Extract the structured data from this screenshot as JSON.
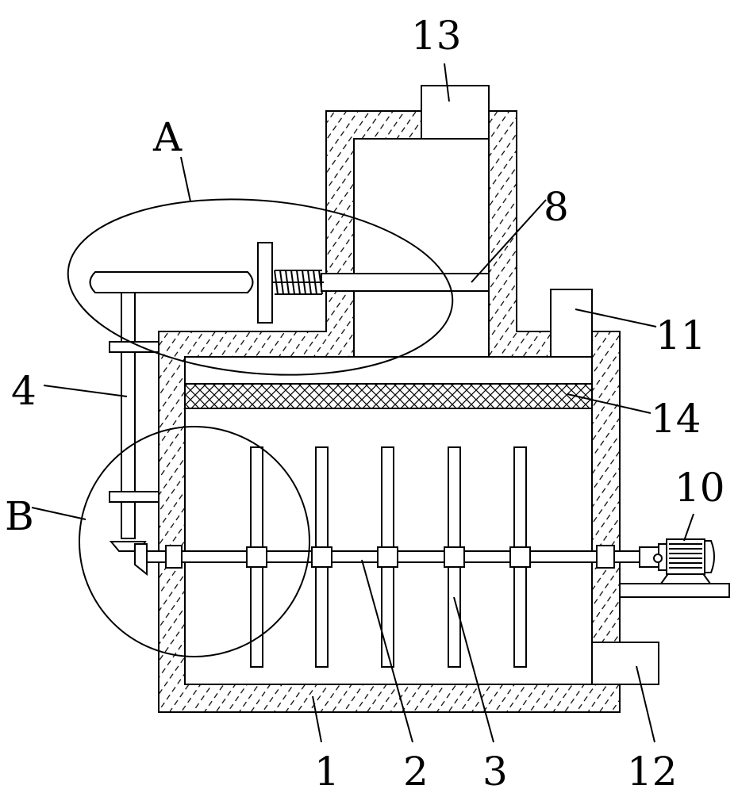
{
  "labels": {
    "l13": "13",
    "lA": "A",
    "l8": "8",
    "l11": "11",
    "l4": "4",
    "l14": "14",
    "l10": "10",
    "lB": "B",
    "l1": "1",
    "l2": "2",
    "l3": "3",
    "l12": "12"
  },
  "colors": {
    "line": "#000000",
    "background": "#ffffff"
  }
}
